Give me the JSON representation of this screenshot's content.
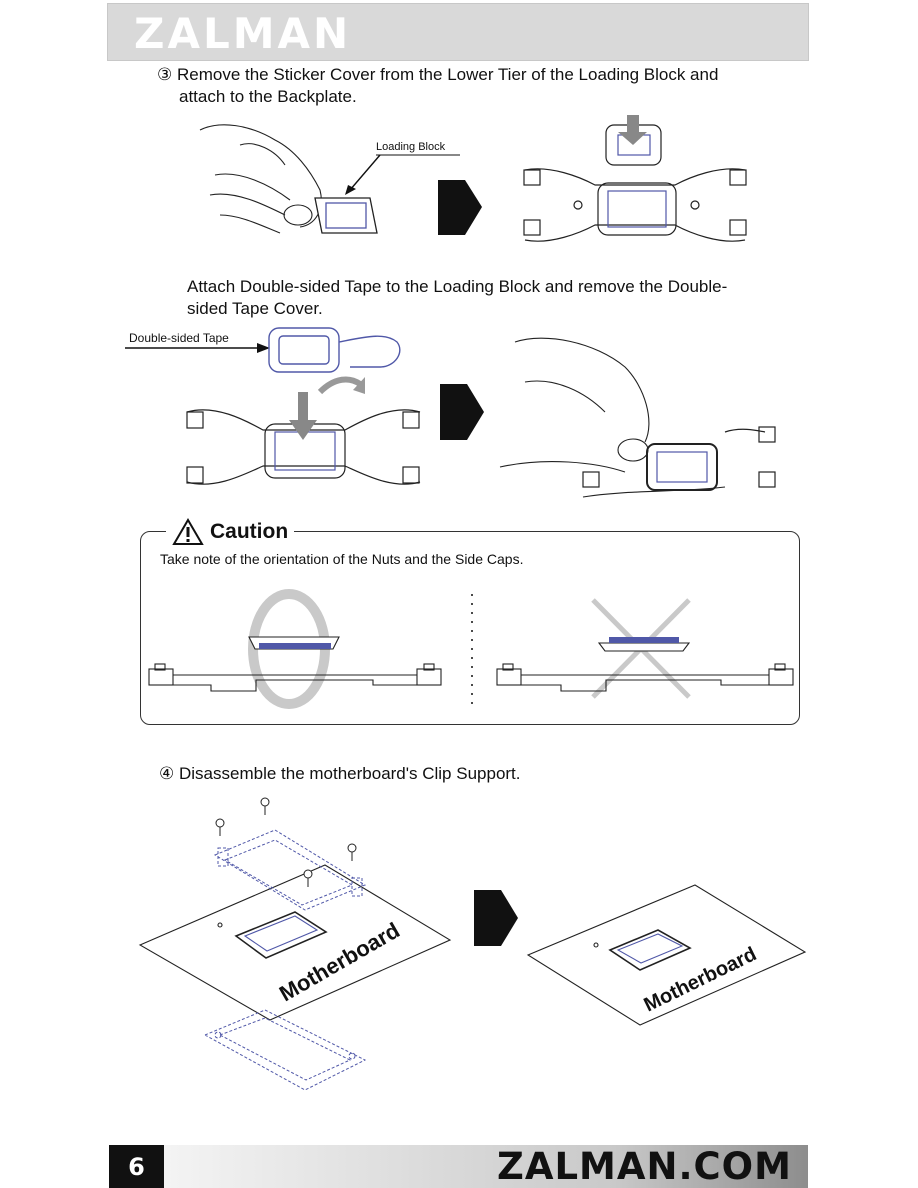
{
  "header": {
    "logo": "ZALMAN"
  },
  "step3": {
    "number": "③",
    "text_line1": "Remove the Sticker Cover from the Lower Tier of the Loading Block and",
    "text_line2": "attach to the Backplate.",
    "callout": "Loading Block"
  },
  "tape": {
    "text_line1": "Attach Double-sided Tape to the Loading Block and remove the Double-",
    "text_line2": "sided Tape Cover.",
    "callout": "Double-sided Tape"
  },
  "caution": {
    "title": "Caution",
    "note": "Take note of the orientation of the Nuts and the Side Caps.",
    "correct_mark": "O",
    "wrong_mark": "X"
  },
  "step4": {
    "number": "④",
    "text": "Disassemble the motherboard's Clip Support.",
    "board_label": "Motherboard"
  },
  "footer": {
    "page": "6",
    "url": "ZALMAN.COM"
  },
  "colors": {
    "accent_blue": "#5058a8",
    "gray_bar": "#d9d9d9",
    "arrow_black": "#111111"
  }
}
